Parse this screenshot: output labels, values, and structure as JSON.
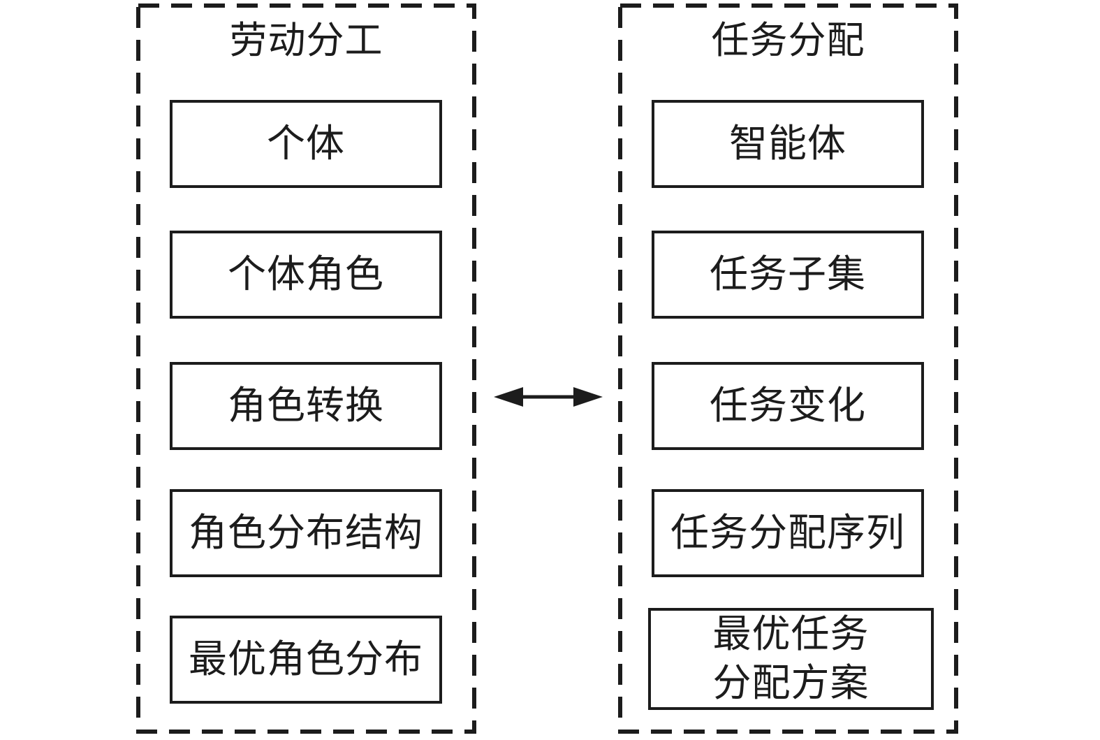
{
  "diagram": {
    "left_panel": {
      "title": "劳动分工",
      "boxes": [
        {
          "label": "个体"
        },
        {
          "label": "个体角色"
        },
        {
          "label": "角色转换"
        },
        {
          "label": "角色分布结构"
        },
        {
          "label": "最优角色分布"
        }
      ]
    },
    "right_panel": {
      "title": "任务分配",
      "boxes": [
        {
          "label": "智能体"
        },
        {
          "label": "任务子集"
        },
        {
          "label": "任务变化"
        },
        {
          "label": "任务分配序列"
        },
        {
          "label": "最优任务\n分配方案"
        }
      ]
    },
    "connector": {
      "type": "double-headed-arrow"
    },
    "colors": {
      "line": "#1c1c1c",
      "background": "#ffffff"
    }
  }
}
